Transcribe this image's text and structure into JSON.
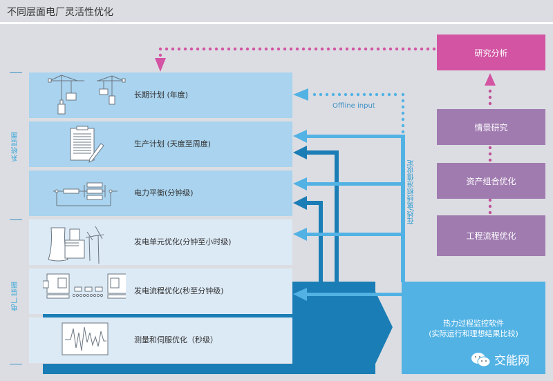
{
  "title": "不同层面电厂灵活性优化",
  "side_labels": {
    "system_level": "系统层面",
    "plant_level": "电厂层面"
  },
  "panels": [
    {
      "label": "长期计划 (年度)",
      "icon": "cranes-icon",
      "level": "system"
    },
    {
      "label": "生产计划 (天度至周度)",
      "icon": "clipboard-pencil-icon",
      "level": "system"
    },
    {
      "label": "电力平衡(分钟级)",
      "icon": "circuit-icon",
      "level": "system"
    },
    {
      "label": "发电单元优化(分钟至小时级)",
      "icon": "power-plant-wind-turbines-icon",
      "level": "plant"
    },
    {
      "label": "发电流程优化(秒至分钟级)",
      "icon": "process-machines-icon",
      "level": "plant"
    },
    {
      "label": "测量和伺服优化（秒级）",
      "icon": "waveform-monitor-icon",
      "level": "plant"
    }
  ],
  "offline_input_label": "Offline input",
  "vertical_annotation": "在线/离线标准值设定",
  "research_box": "研究分析",
  "mauve_boxes": [
    "情景研究",
    "资产组合优化",
    "工程流程优化"
  ],
  "monitor_box": {
    "line1": "热力过程监控软件",
    "line2": "(实际运行和理想结果比较)"
  },
  "watermark": "交能网",
  "colors": {
    "background": "#dcdde2",
    "system_panel": "#a9d3ee",
    "plant_panel": "#dceaf6",
    "dark_blue": "#1a7db5",
    "light_blue": "#52b2e4",
    "magenta": "#d254a2",
    "mauve": "#a07bb0"
  }
}
